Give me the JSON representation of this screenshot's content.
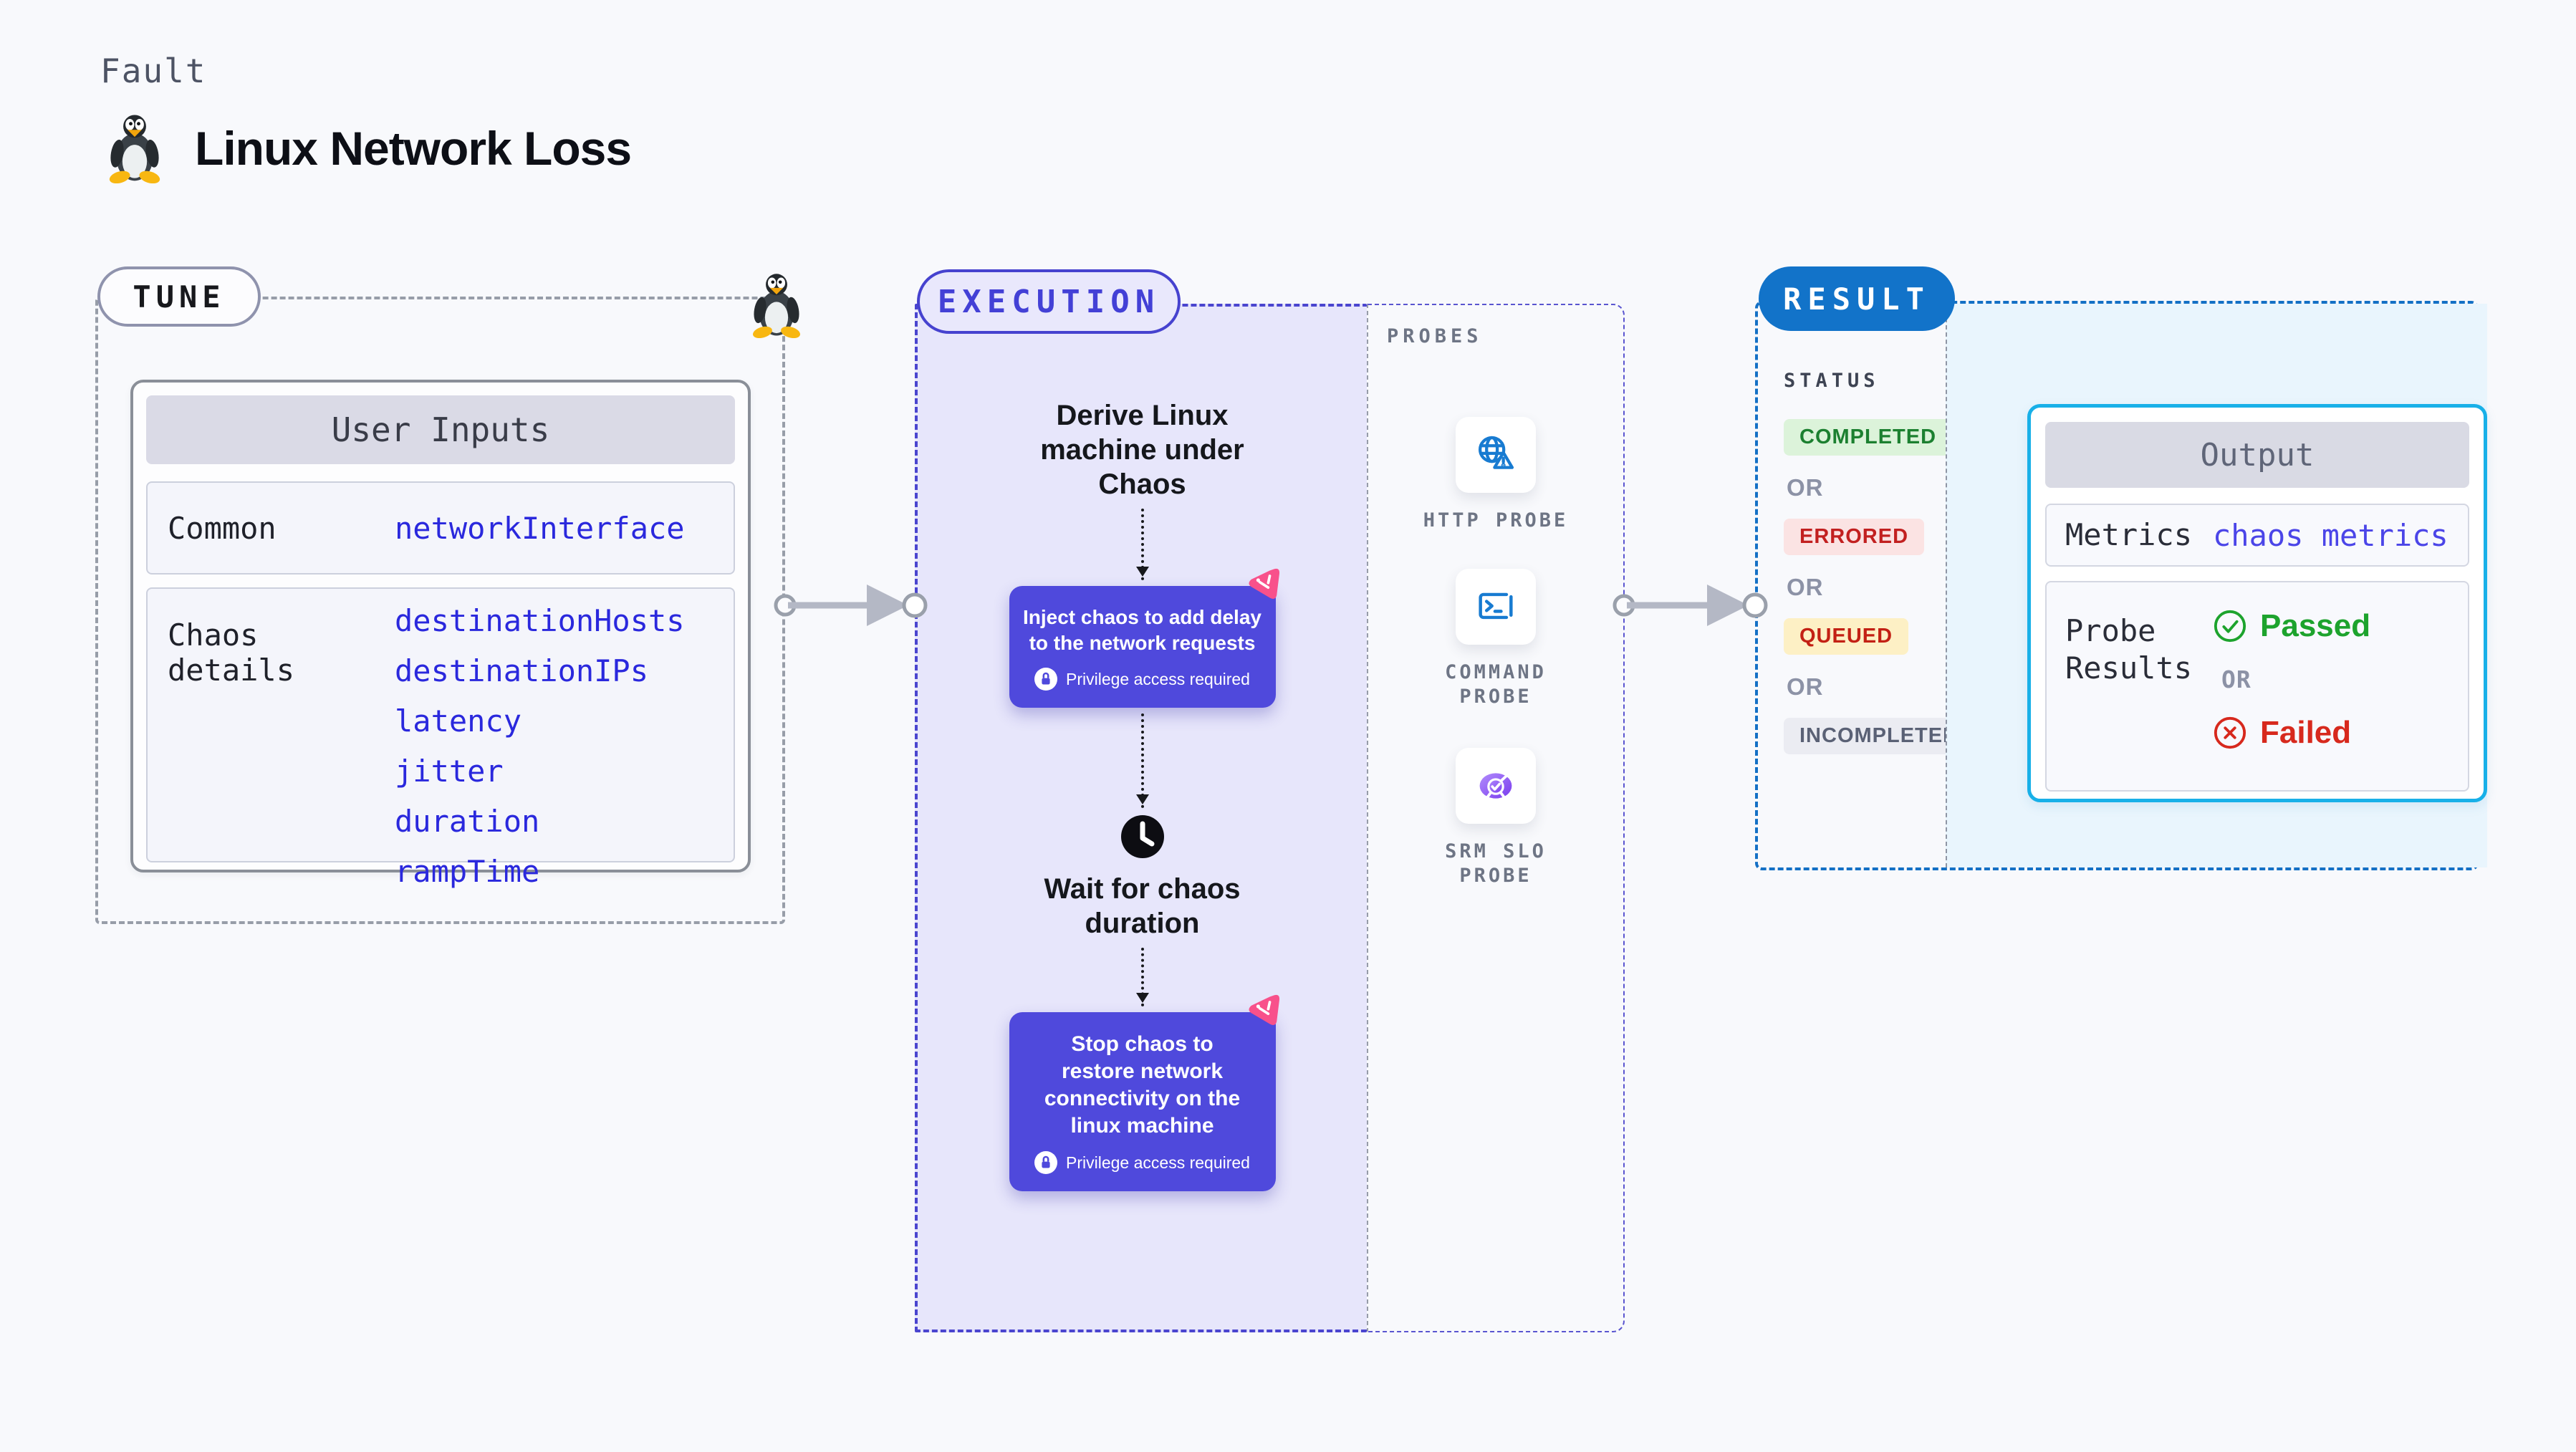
{
  "header": {
    "eyebrow": "Fault",
    "title": "Linux Network Loss"
  },
  "tune": {
    "label": "TUNE",
    "card_title": "User Inputs",
    "rows": [
      {
        "label": "Common",
        "values": [
          "networkInterface"
        ]
      },
      {
        "label": "Chaos details",
        "values": [
          "destinationHosts",
          "destinationIPs",
          "latency",
          "jitter",
          "duration",
          "rampTime"
        ]
      }
    ]
  },
  "execution": {
    "label": "EXECUTION",
    "derive_title": "Derive Linux machine under Chaos",
    "inject_title": "Inject chaos to add delay to the network requests",
    "wait_title": "Wait for chaos duration",
    "stop_title": "Stop chaos to restore network connectivity on the linux machine",
    "privilege_label": "Privilege access required"
  },
  "probes": {
    "label": "PROBES",
    "items": [
      {
        "name": "HTTP PROBE",
        "icon": "globe-alert-icon"
      },
      {
        "name": "COMMAND PROBE",
        "icon": "terminal-icon"
      },
      {
        "name": "SRM SLO PROBE",
        "icon": "slo-donut-icon"
      }
    ]
  },
  "result": {
    "label": "RESULT",
    "status_label": "STATUS",
    "or_label": "OR",
    "statuses": [
      {
        "label": "COMPLETED",
        "bg": "#dcf3da",
        "text": "#1c8030"
      },
      {
        "label": "ERRORED",
        "bg": "#fbe3e3",
        "text": "#c22020"
      },
      {
        "label": "QUEUED",
        "bg": "#fdf0c5",
        "text": "#c32014"
      },
      {
        "label": "INCOMPLETED",
        "bg": "#ebecf2",
        "text": "#5a6175"
      }
    ],
    "output": {
      "title": "Output",
      "metrics_label": "Metrics",
      "metrics_value": "chaos metrics",
      "probe_results_label": "Probe Results",
      "passed_label": "Passed",
      "failed_label": "Failed"
    }
  },
  "colors": {
    "page_bg": "#f8f9fc",
    "accent_indigo": "#4f49dc",
    "lavender_fill": "#e7e6fb",
    "result_blue": "#1273c9",
    "result_dashed": "#1470c5",
    "output_border_cyan": "#18b0e8",
    "result_panel_blue": "#e9f5fd",
    "code_blue": "#2a28dd",
    "passed_green": "#1da32d",
    "failed_red": "#d7291d",
    "flag_pink": "#f8518b",
    "probe_icon_blue": "#187bd1",
    "arrow_gray": "#b4b8c5"
  }
}
